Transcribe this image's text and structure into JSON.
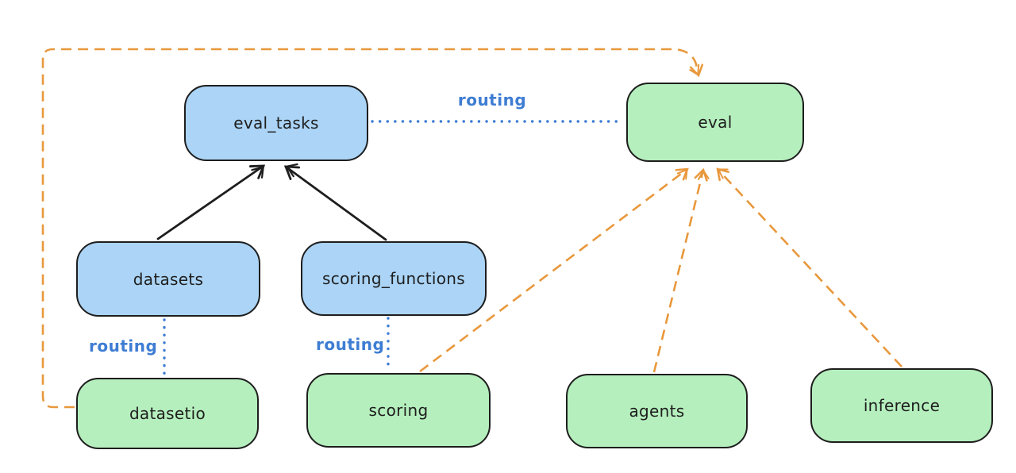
{
  "diagram": {
    "title": "",
    "nodes": [
      {
        "id": "eval_tasks",
        "label": "eval_tasks",
        "fill": "blue"
      },
      {
        "id": "eval",
        "label": "eval",
        "fill": "green"
      },
      {
        "id": "datasets",
        "label": "datasets",
        "fill": "blue"
      },
      {
        "id": "scoring_functions",
        "label": "scoring_functions",
        "fill": "blue"
      },
      {
        "id": "datasetio",
        "label": "datasetio",
        "fill": "green"
      },
      {
        "id": "scoring",
        "label": "scoring",
        "fill": "green"
      },
      {
        "id": "agents",
        "label": "agents",
        "fill": "green"
      },
      {
        "id": "inference",
        "label": "inference",
        "fill": "green"
      }
    ],
    "edges": [
      {
        "from": "datasets",
        "to": "eval_tasks",
        "style": "solid-arrow",
        "color": "black"
      },
      {
        "from": "scoring_functions",
        "to": "eval_tasks",
        "style": "solid-arrow",
        "color": "black"
      },
      {
        "from": "eval_tasks",
        "to": "eval",
        "style": "dotted-line",
        "color": "blue",
        "label": "routing"
      },
      {
        "from": "datasets",
        "to": "datasetio",
        "style": "dotted-line",
        "color": "blue",
        "label": "routing"
      },
      {
        "from": "scoring_functions",
        "to": "scoring",
        "style": "dotted-line",
        "color": "blue",
        "label": "routing"
      },
      {
        "from": "datasetio",
        "to": "eval",
        "style": "dashed-arrow",
        "color": "orange"
      },
      {
        "from": "scoring",
        "to": "eval",
        "style": "dashed-arrow",
        "color": "orange"
      },
      {
        "from": "agents",
        "to": "eval",
        "style": "dashed-arrow",
        "color": "orange"
      },
      {
        "from": "inference",
        "to": "eval",
        "style": "dashed-arrow",
        "color": "orange"
      }
    ]
  },
  "colors": {
    "blue-fill": "#abd4f6",
    "green-fill": "#b5efbd",
    "stroke": "#1e1e1e",
    "orange": "#e8983c",
    "routing-blue": "#3e7dd3",
    "canvas-bg": "#ffffff"
  }
}
